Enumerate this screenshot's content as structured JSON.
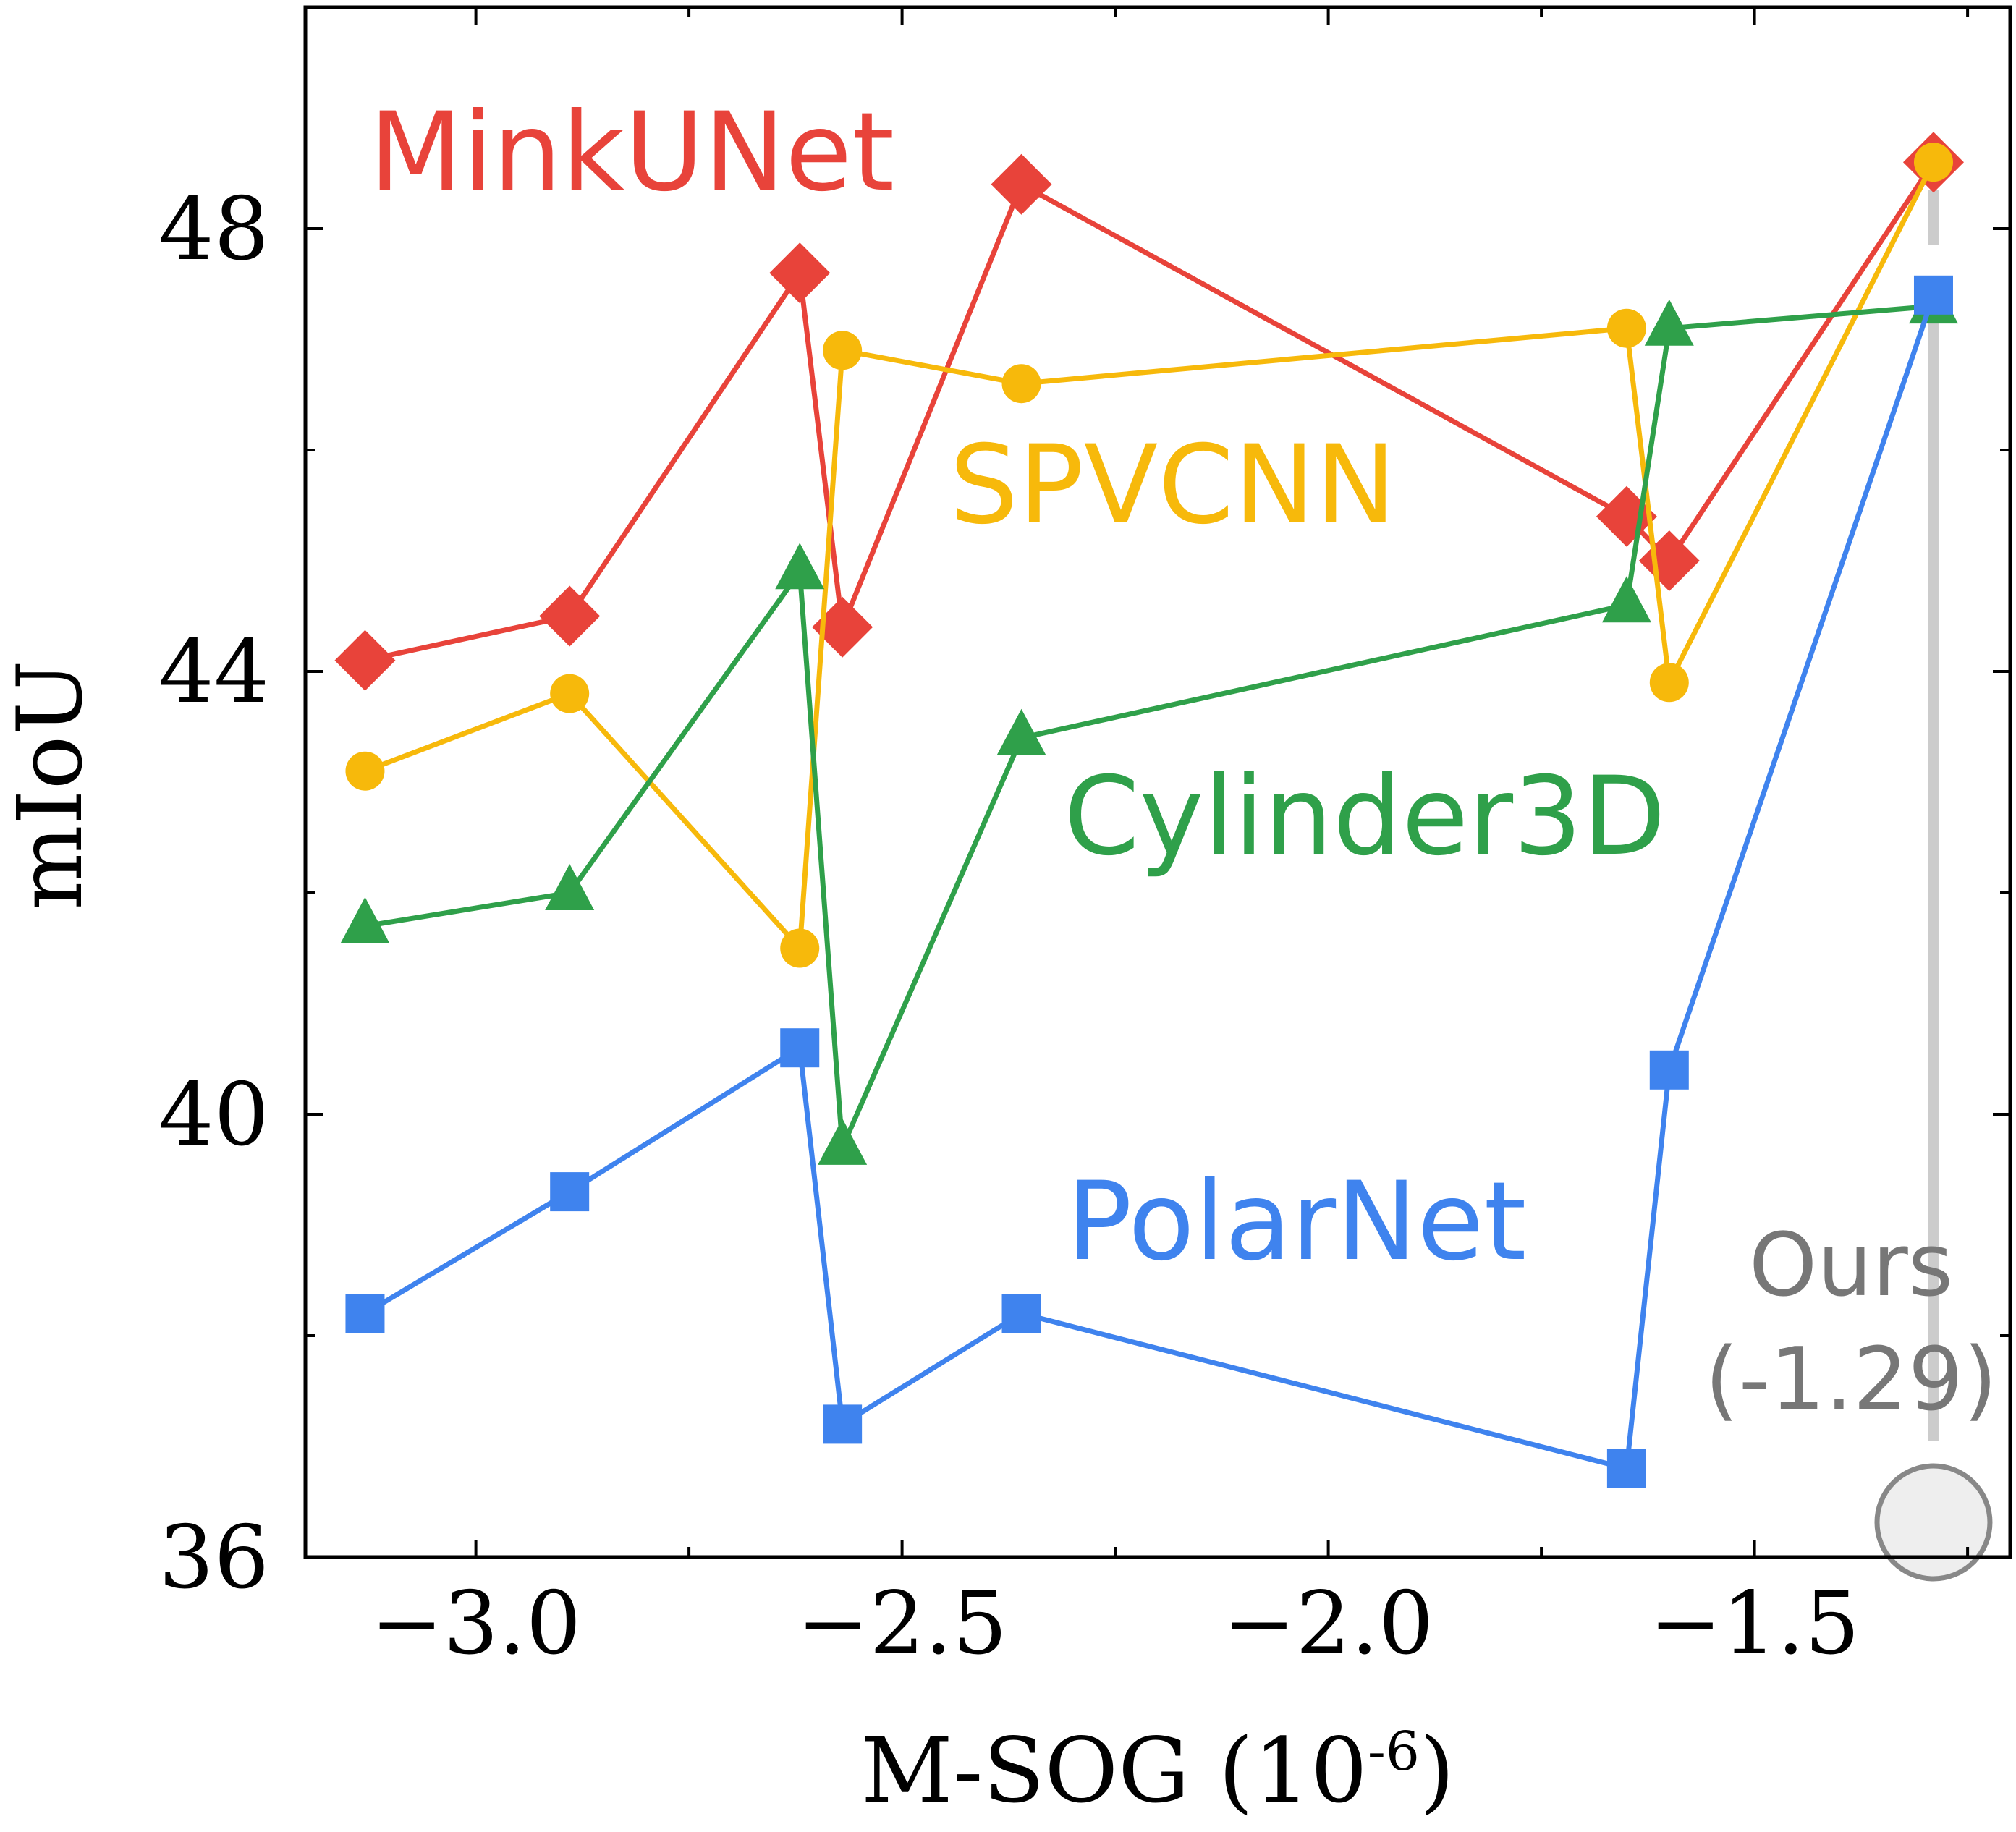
{
  "chart_data": {
    "type": "line",
    "xlabel": "M-SOG (10",
    "xlabel_exponent": "-6",
    "xlabel_close": ")",
    "ylabel": "mIoU",
    "xlim": [
      -3.2,
      -1.2
    ],
    "ylim": [
      36,
      50
    ],
    "x_ticks": [
      -3.0,
      -2.5,
      -2.0,
      -1.5
    ],
    "x_tick_labels": [
      "−3.0",
      "−2.5",
      "−2.0",
      "−1.5"
    ],
    "x_minor_ticks": [
      -2.75,
      -2.25,
      -1.75,
      -1.25
    ],
    "y_ticks": [
      36,
      40,
      44,
      48
    ],
    "y_tick_labels": [
      "36",
      "40",
      "44",
      "48"
    ],
    "y_minor_ticks": [
      38,
      42,
      46
    ],
    "grid": false,
    "series": [
      {
        "name": "MinkUNet",
        "color": "#e8433a",
        "marker": "diamond",
        "points": [
          {
            "x": -3.13,
            "y": 44.1
          },
          {
            "x": -2.89,
            "y": 44.5
          },
          {
            "x": -2.62,
            "y": 47.6
          },
          {
            "x": -2.57,
            "y": 44.4
          },
          {
            "x": -2.36,
            "y": 48.4
          },
          {
            "x": -1.65,
            "y": 45.4
          },
          {
            "x": -1.6,
            "y": 45.0
          },
          {
            "x": -1.29,
            "y": 48.6
          }
        ]
      },
      {
        "name": "SPVCNN",
        "color": "#f7b90b",
        "marker": "circle",
        "points": [
          {
            "x": -3.13,
            "y": 43.1
          },
          {
            "x": -2.89,
            "y": 43.8
          },
          {
            "x": -2.62,
            "y": 41.5
          },
          {
            "x": -2.57,
            "y": 46.9
          },
          {
            "x": -2.36,
            "y": 46.6
          },
          {
            "x": -1.65,
            "y": 47.1
          },
          {
            "x": -1.6,
            "y": 43.9
          },
          {
            "x": -1.29,
            "y": 48.6
          }
        ]
      },
      {
        "name": "Cylinder3D",
        "color": "#2fa04a",
        "marker": "triangle",
        "points": [
          {
            "x": -3.13,
            "y": 41.7
          },
          {
            "x": -2.89,
            "y": 42.0
          },
          {
            "x": -2.62,
            "y": 44.9
          },
          {
            "x": -2.57,
            "y": 39.7
          },
          {
            "x": -2.36,
            "y": 43.4
          },
          {
            "x": -1.65,
            "y": 44.6
          },
          {
            "x": -1.6,
            "y": 47.1
          },
          {
            "x": -1.29,
            "y": 47.3
          }
        ]
      },
      {
        "name": "PolarNet",
        "color": "#3f83ee",
        "marker": "square",
        "points": [
          {
            "x": -3.13,
            "y": 38.2
          },
          {
            "x": -2.89,
            "y": 39.3
          },
          {
            "x": -2.62,
            "y": 40.6
          },
          {
            "x": -2.57,
            "y": 37.2
          },
          {
            "x": -2.36,
            "y": 38.2
          },
          {
            "x": -1.65,
            "y": 36.8
          },
          {
            "x": -1.6,
            "y": 40.4
          },
          {
            "x": -1.29,
            "y": 47.4
          }
        ]
      }
    ],
    "ours": {
      "label": "Ours",
      "value_label": "(-1.29)",
      "x": -1.29,
      "line_color": "#cccccc",
      "marker_fill": "#eeeeee",
      "marker_stroke": "#888888",
      "text_color": "#777777"
    }
  }
}
